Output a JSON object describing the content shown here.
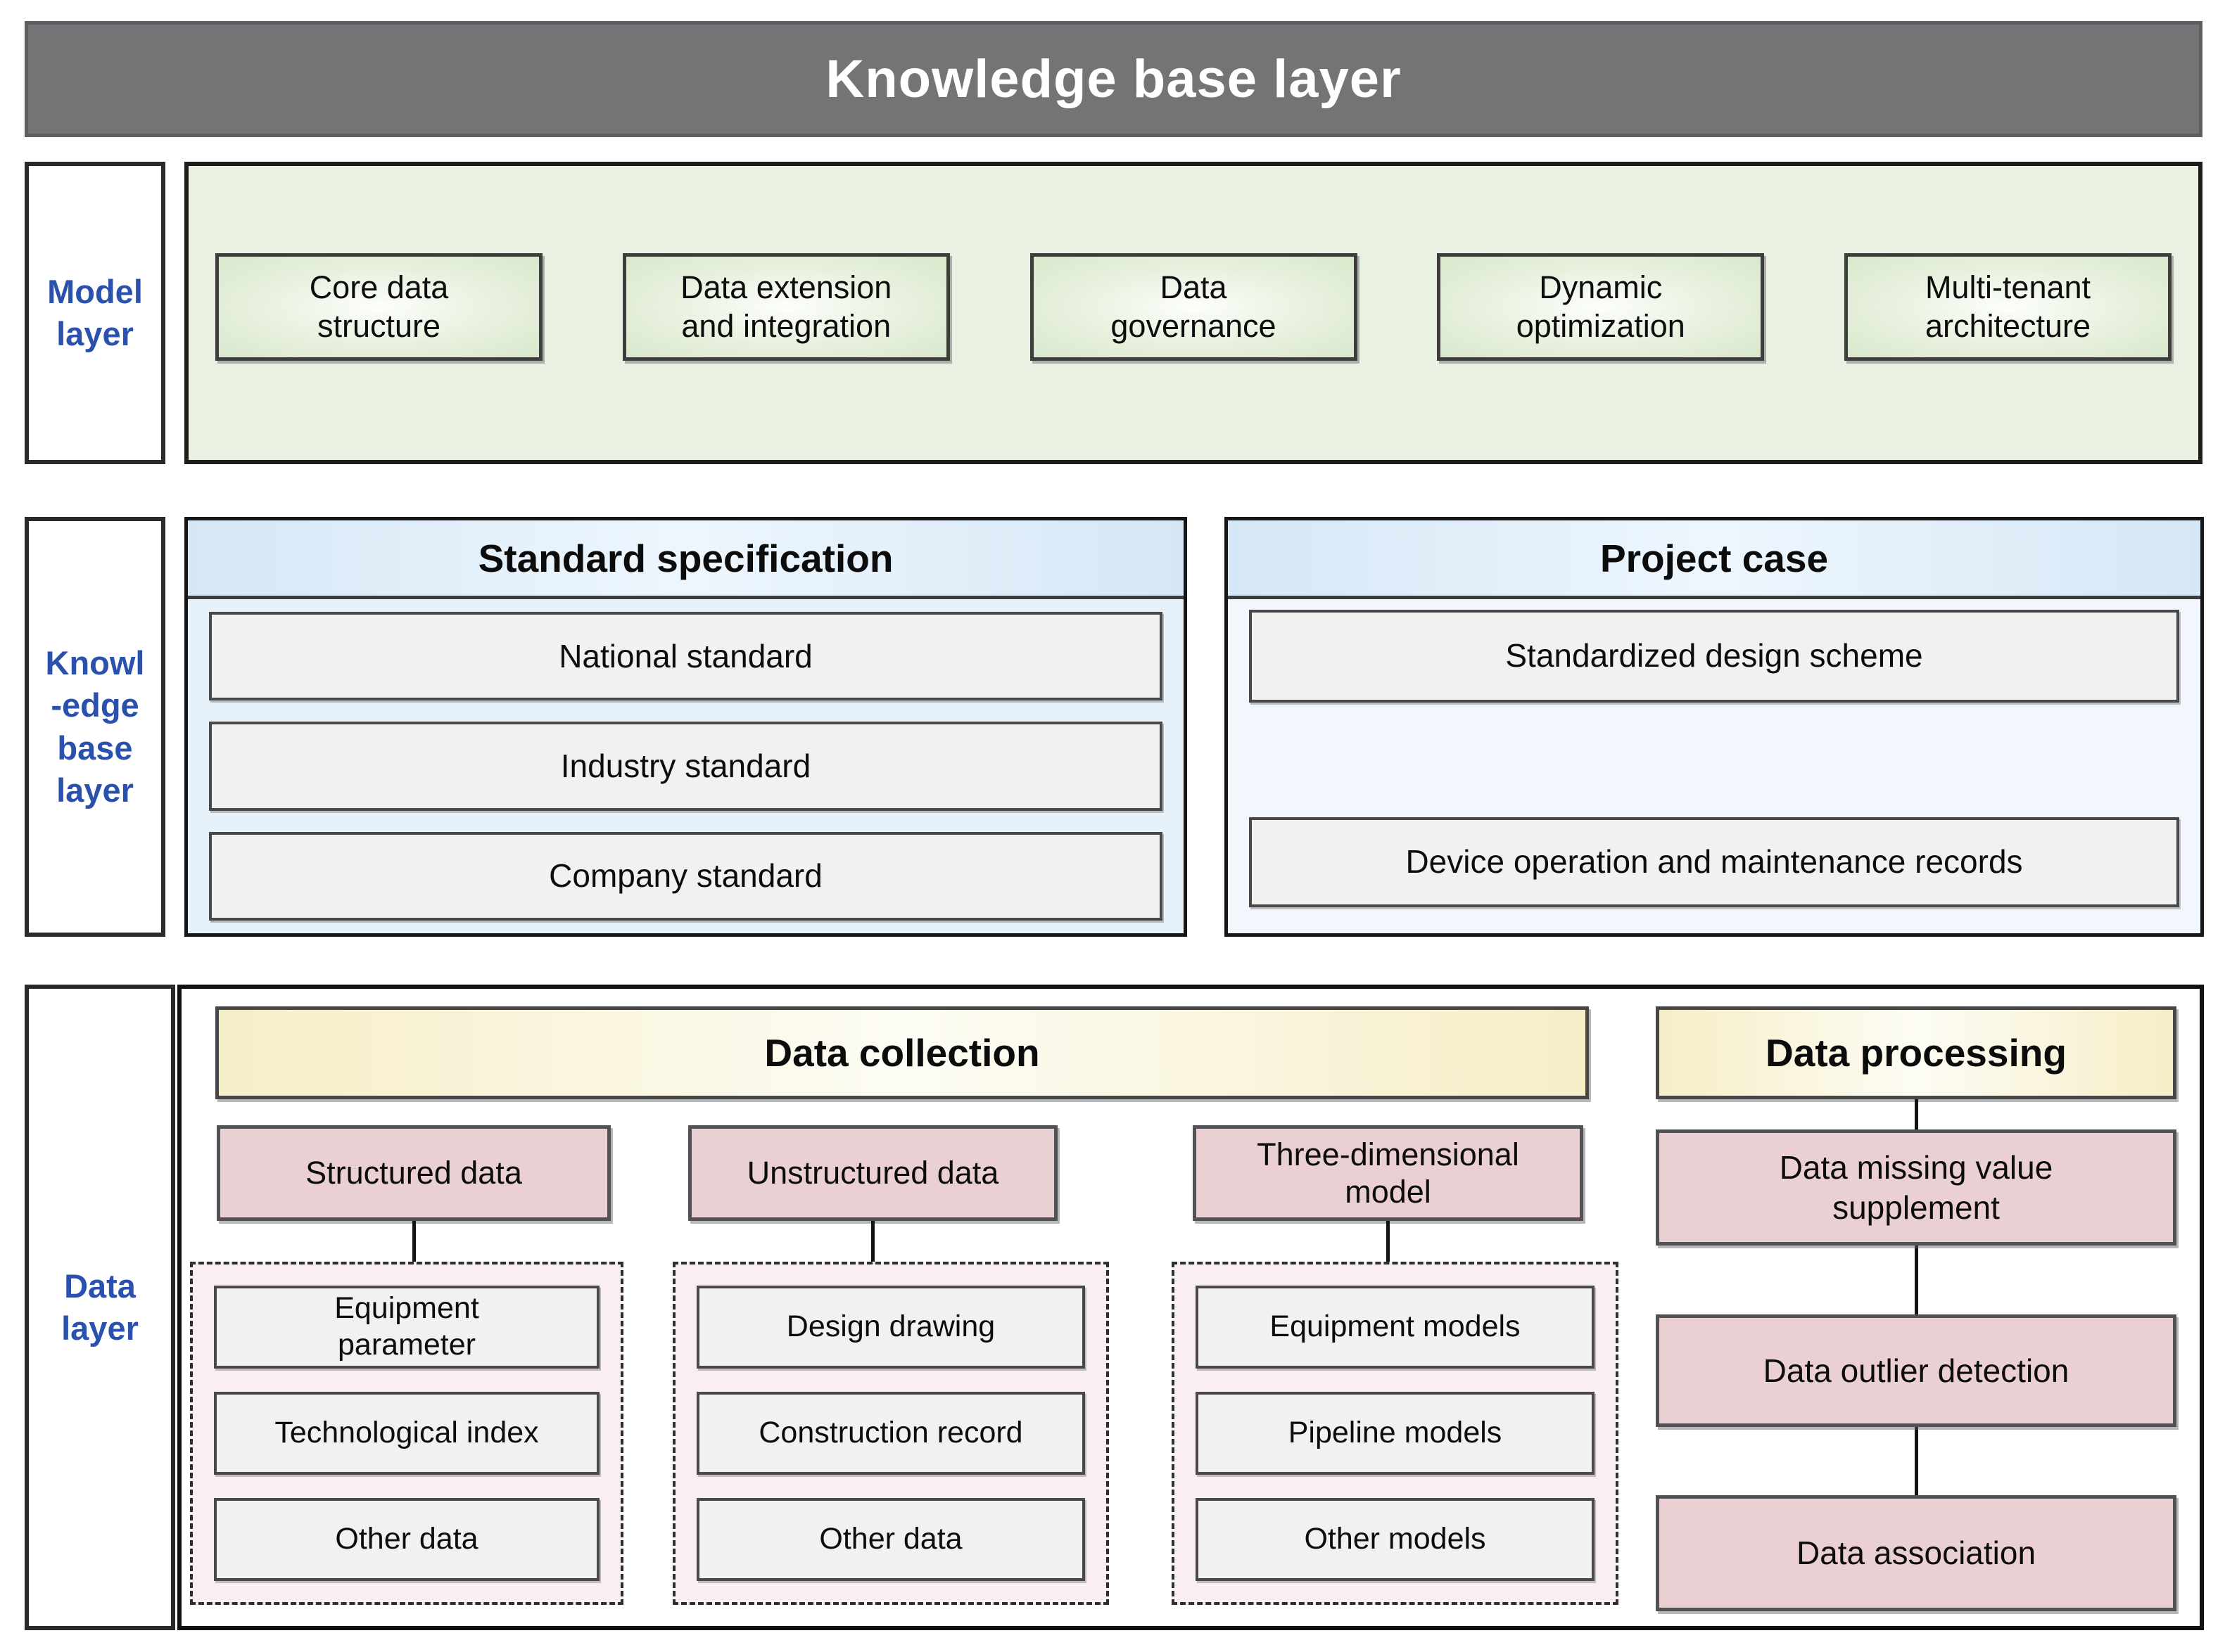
{
  "title": "Knowledge base layer",
  "model_layer": {
    "label_lines": [
      "Model",
      "layer"
    ],
    "boxes": [
      "Core data\nstructure",
      "Data extension\nand integration",
      "Data\ngovernance",
      "Dynamic\noptimization",
      "Multi-tenant\narchitecture"
    ]
  },
  "knowledge_layer": {
    "label_lines": [
      "Knowl",
      "-edge",
      "base",
      "layer"
    ],
    "standard_specification": {
      "title": "Standard specification",
      "items": [
        "National standard",
        "Industry standard",
        "Company standard"
      ]
    },
    "project_case": {
      "title": "Project case",
      "items": [
        "Standardized design scheme",
        "Device operation and maintenance records"
      ]
    }
  },
  "data_layer": {
    "label_lines": [
      "Data",
      "layer"
    ],
    "data_collection": {
      "title": "Data collection",
      "groups": [
        {
          "header": "Structured data",
          "items": [
            "Equipment\nparameter",
            "Technological index",
            "Other data"
          ]
        },
        {
          "header": "Unstructured data",
          "items": [
            "Design drawing",
            "Construction record",
            "Other data"
          ]
        },
        {
          "header": "Three-dimensional\nmodel",
          "items": [
            "Equipment models",
            "Pipeline models",
            "Other models"
          ]
        }
      ]
    },
    "data_processing": {
      "title": "Data processing",
      "steps": [
        "Data missing value\nsupplement",
        "Data outlier detection",
        "Data association"
      ]
    }
  },
  "colors": {
    "title_bar_gray": "#747477",
    "layer_label_blue": "#2b51ae",
    "model_panel_green": "#e9f1e3",
    "green_box_fill": "#d9e8cc",
    "kb_header_blue": "#d5e7f6",
    "kb_body_blue": "#e7f1fa",
    "gray_box_fill": "#f1f1f1",
    "yellow_header_fill": "#f6eec7",
    "pink_box_fill": "#ebd0d3",
    "dashed_group_fill": "#f9eff0",
    "connector_black": "#141414"
  }
}
